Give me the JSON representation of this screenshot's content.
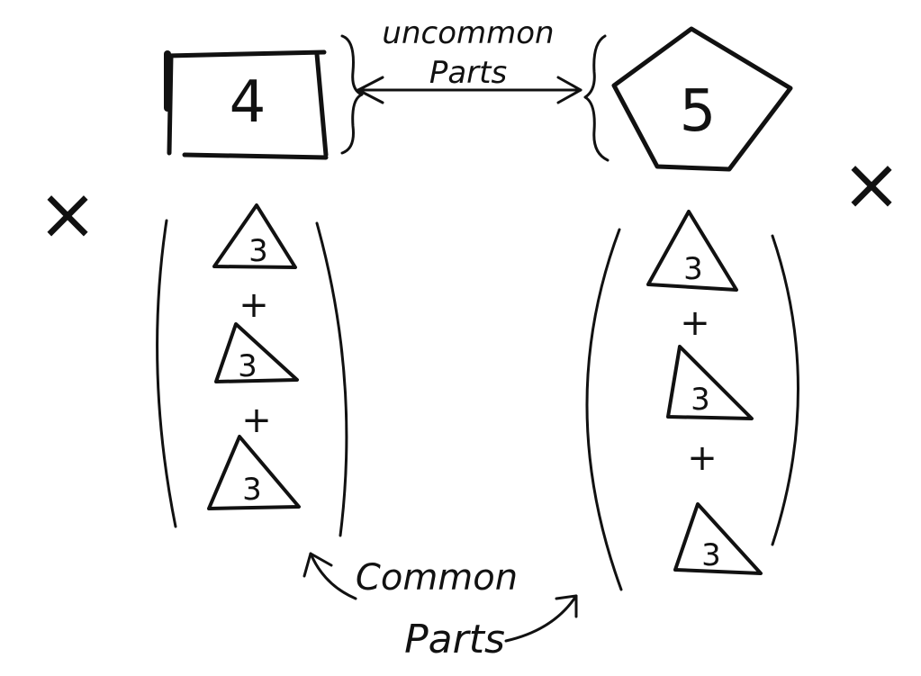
{
  "left_shape": {
    "label": "4",
    "shape": "square"
  },
  "right_shape": {
    "label": "5",
    "shape": "pentagon"
  },
  "uncommon": {
    "line1": "uncommon",
    "line2": "Parts"
  },
  "common": {
    "line1": "Common",
    "line2": "Parts"
  },
  "multiply_symbol": "×",
  "triangle_label": "3",
  "plus_symbol": "+",
  "left_column": {
    "triangles": [
      "3",
      "3",
      "3"
    ],
    "operators": [
      "+",
      "+"
    ]
  },
  "right_column": {
    "triangles": [
      "3",
      "3",
      "3"
    ],
    "operators": [
      "+",
      "+"
    ]
  }
}
